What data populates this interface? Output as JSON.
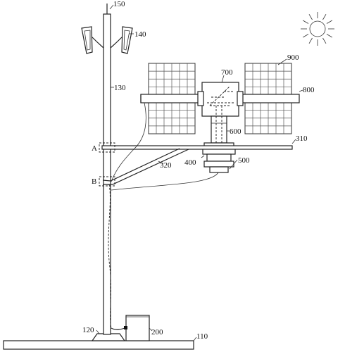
{
  "labels": {
    "pole_top": "150",
    "lamp": "140",
    "pole": "130",
    "panel": "900",
    "head": "700",
    "axle": "800",
    "column": "600",
    "arm_upper": "310",
    "brace": "320",
    "bearing": "400",
    "base_ring": "500",
    "point_a": "A",
    "point_b": "B",
    "box": "200",
    "foot": "120",
    "ground": "110"
  },
  "colors": {
    "line": "#222222",
    "background": "#ffffff"
  }
}
